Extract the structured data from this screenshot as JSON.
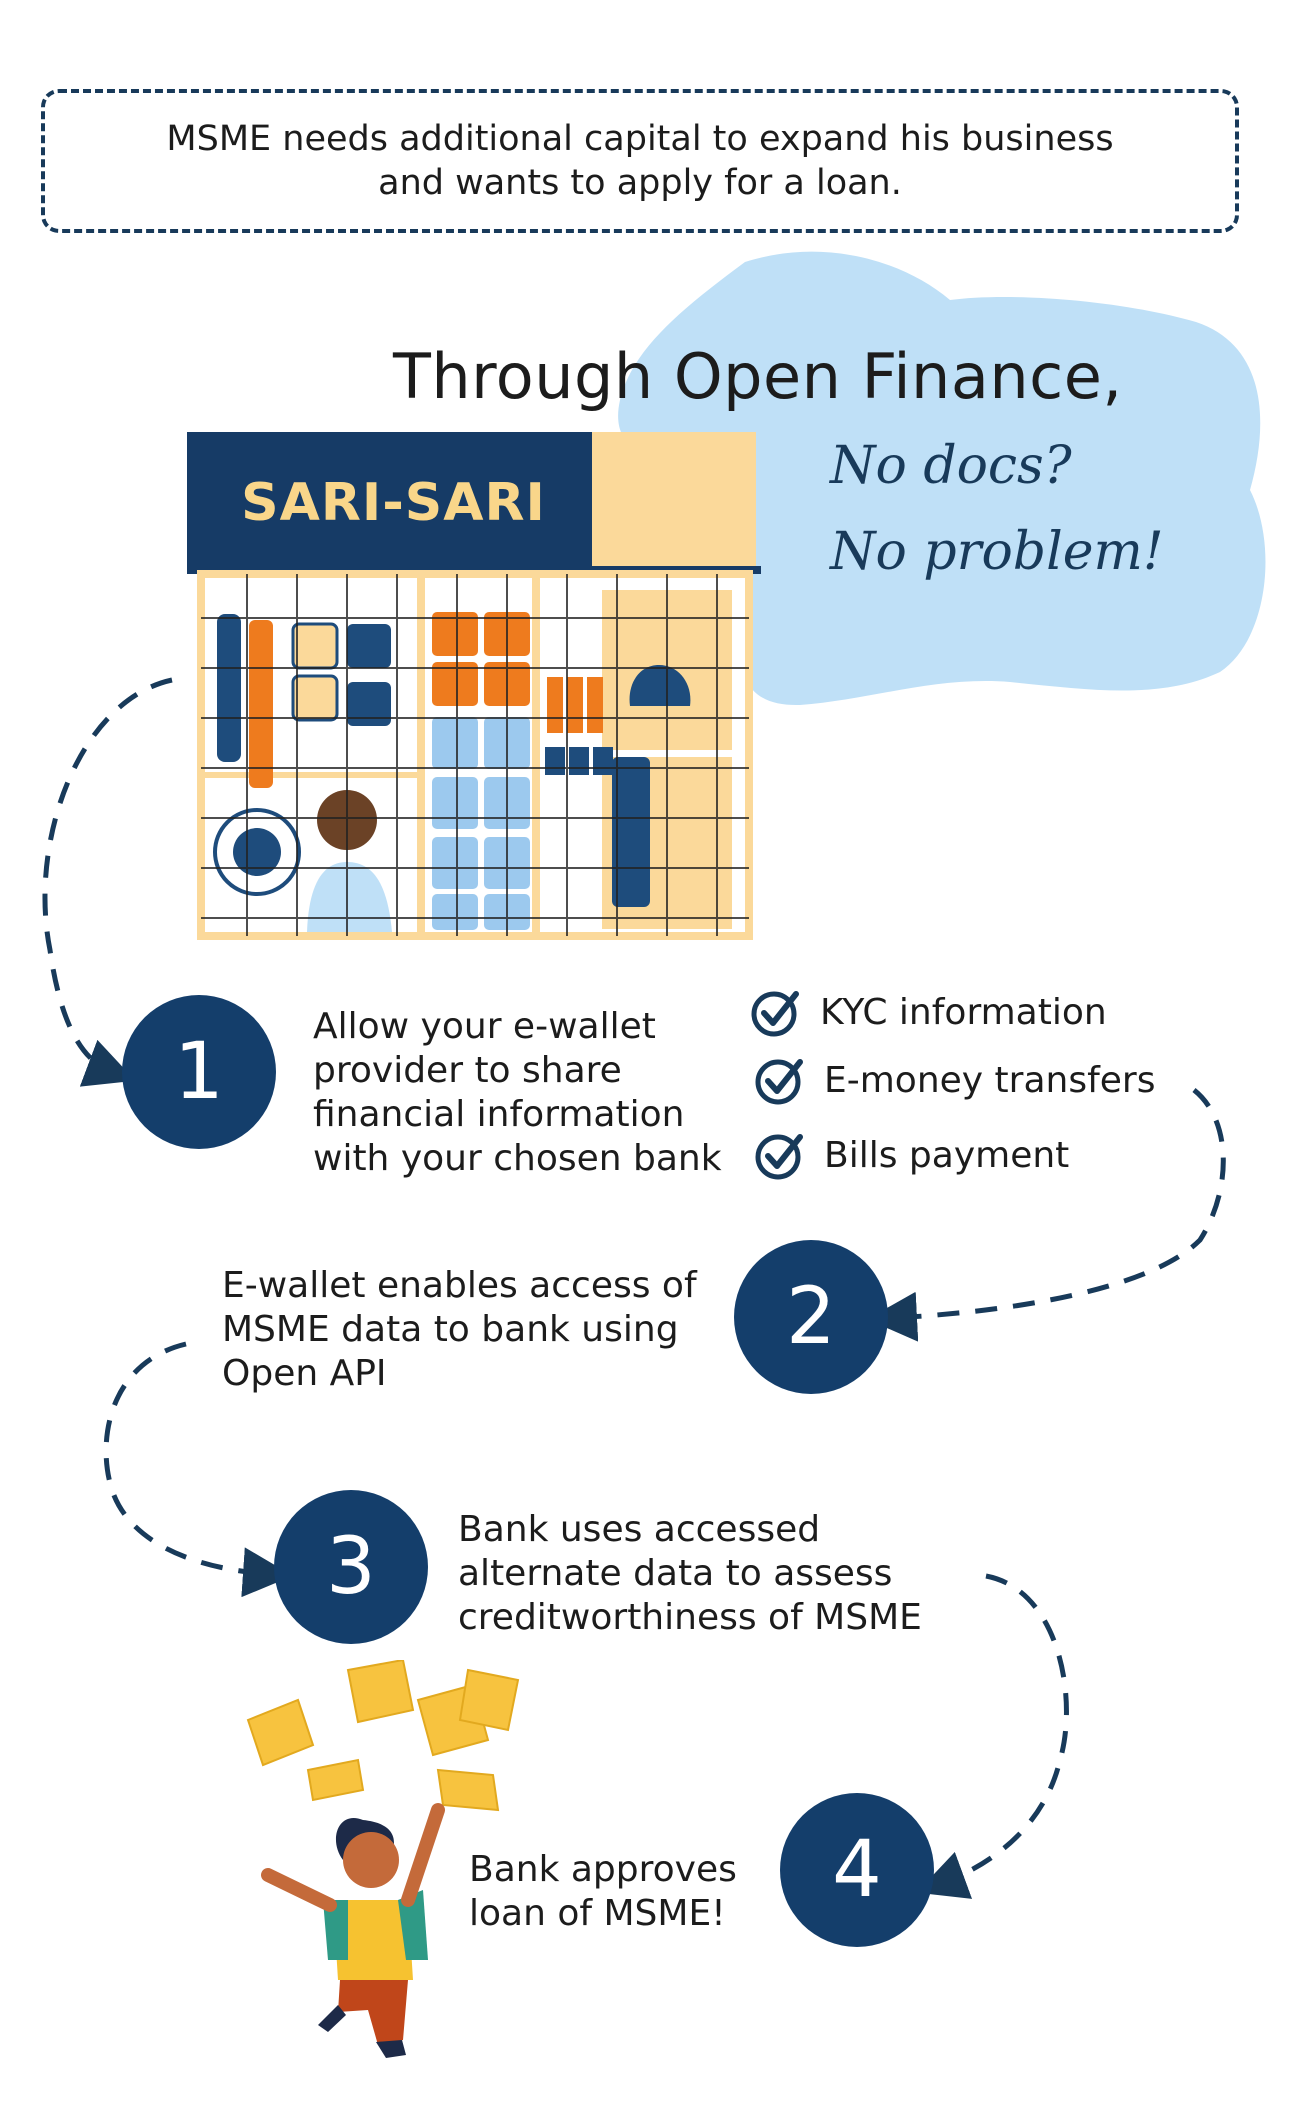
{
  "intro": {
    "line1": "MSME needs additional capital to expand his business",
    "line2": "and wants to apply for a loan."
  },
  "headline": "Through Open Finance,",
  "tagline": {
    "line1": "No docs?",
    "line2": "No problem!"
  },
  "store": {
    "sign": "SARI-SARI"
  },
  "steps": [
    {
      "number": "1",
      "text": [
        "Allow your e-wallet",
        "provider to share",
        "financial information",
        "with your chosen bank"
      ]
    },
    {
      "number": "2",
      "text": [
        "E-wallet enables access of",
        "MSME data to bank using",
        "Open API"
      ]
    },
    {
      "number": "3",
      "text": [
        "Bank uses accessed",
        "alternate data to assess",
        "creditworthiness of MSME"
      ]
    },
    {
      "number": "4",
      "text": [
        "Bank approves",
        "loan of MSME!"
      ]
    }
  ],
  "shared_data": [
    "KYC information",
    "E-money transfers",
    "Bills payment"
  ],
  "colors": {
    "navy": "#143e6b",
    "cloud": "#bfe0f7",
    "sign_bg": "#163b66",
    "sand": "#fbd99a",
    "orange": "#ee7b1e"
  }
}
